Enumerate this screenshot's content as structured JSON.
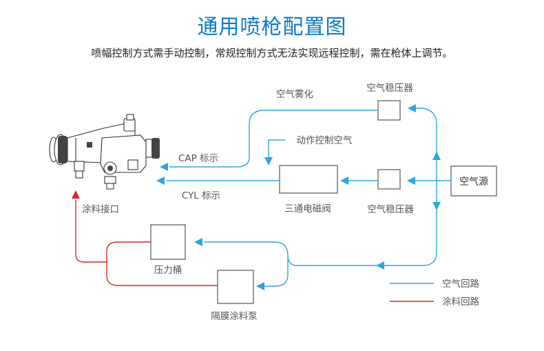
{
  "header": {
    "title": "通用喷枪配置图",
    "subtitle": "喷幅控制方式需手动控制，常规控制方式无法实现远程控制，需在枪体上调节。"
  },
  "labels": {
    "air_atomize": "空气雾化",
    "regulator_top": "空气稳压器",
    "action_control_air": "动作控制空气",
    "cap_mark": "CAP 标示",
    "cyl_mark": "CYL 标示",
    "solenoid_valve": "三通电磁阀",
    "regulator_bottom": "空气稳压器",
    "air_source": "空气源",
    "paint_inlet": "涂料接口",
    "pressure_tank": "压力桶",
    "diaphragm_pump": "隔膜涂料泵"
  },
  "legend": {
    "air_loop": "空气回路",
    "paint_loop": "涂料回路"
  },
  "colors": {
    "title": "#0c7ac8",
    "air": "#2aa7e0",
    "paint": "#d8262c"
  },
  "icons": {
    "gun": "spray-gun-icon"
  }
}
